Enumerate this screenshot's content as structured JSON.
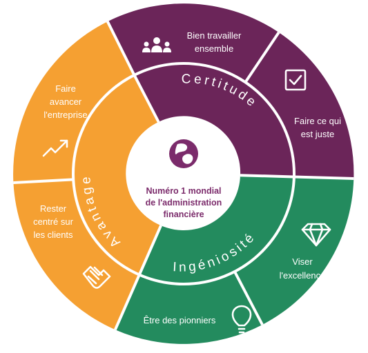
{
  "colors": {
    "purple": "#6b2559",
    "orange": "#f5a032",
    "green": "#238b5e",
    "divider": "#ffffff",
    "center_text": "#7b2b6b",
    "logo": "#7b2b6b"
  },
  "center": {
    "logo_icon": "sage-globe-logo",
    "line1": "Numéro 1 mondial",
    "line2": "de l'administration",
    "line3": "financière"
  },
  "ring": {
    "certitude": "Certitude",
    "avantage": "Avantage",
    "ingeniosite": "Ingéniosité"
  },
  "segments": {
    "team": {
      "icon": "people-icon",
      "line1": "Bien travailler",
      "line2": "ensemble"
    },
    "right": {
      "icon": "checkbox-icon",
      "line1": "Faire ce qui",
      "line2": "est juste"
    },
    "excellence": {
      "icon": "diamond-icon",
      "line1": "Viser",
      "line2": "l'excellence"
    },
    "pioneers": {
      "icon": "lightbulb-icon",
      "line1": "Être des pionniers"
    },
    "clients": {
      "icon": "handshake-icon",
      "line1": "Rester",
      "line2": "centré sur",
      "line3": "les clients"
    },
    "business": {
      "icon": "trend-up-icon",
      "line1": "Faire",
      "line2": "avancer",
      "line3": "l'entreprise"
    }
  }
}
